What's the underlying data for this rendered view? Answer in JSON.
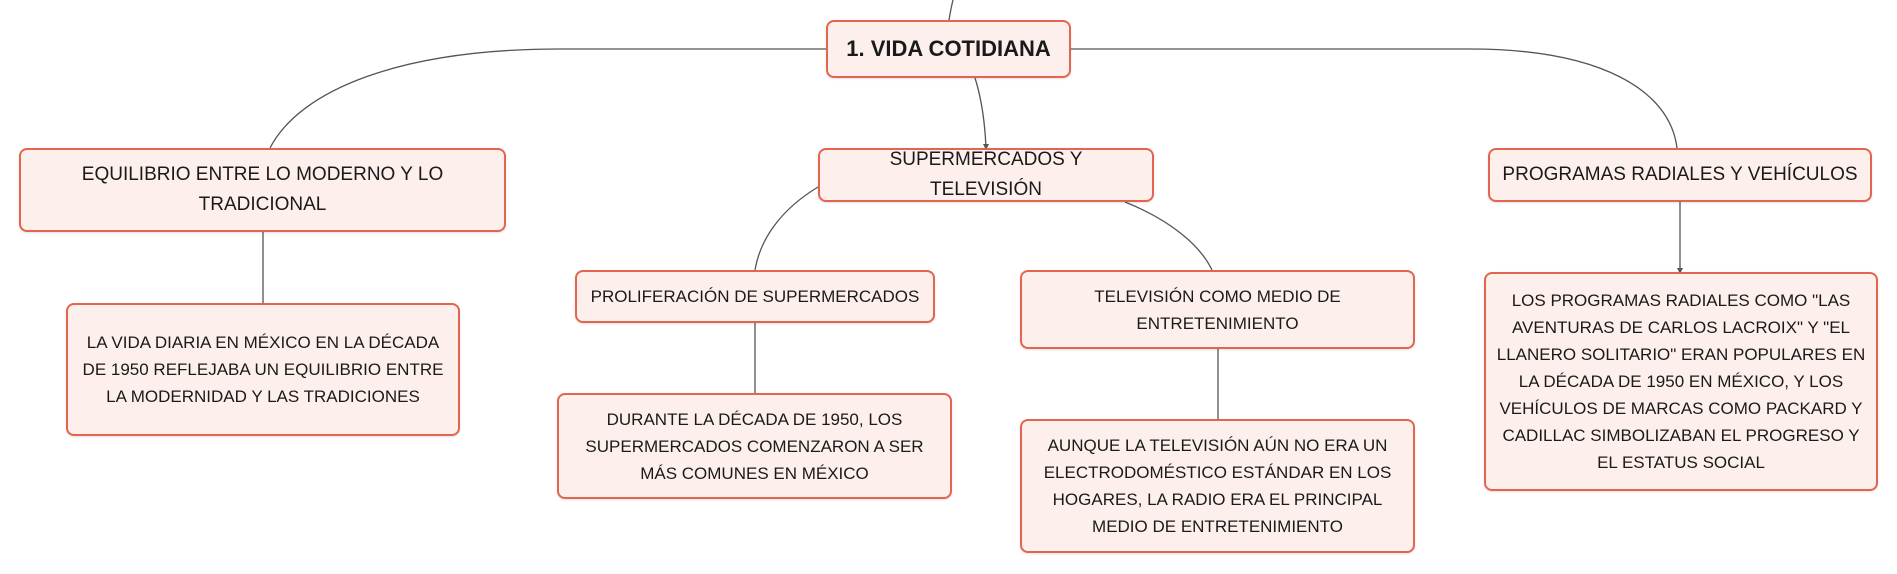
{
  "root": {
    "label": "1. VIDA COTIDIANA"
  },
  "branches": [
    {
      "label": "EQUILIBRIO ENTRE LO MODERNO Y LO TRADICIONAL",
      "detail": "LA VIDA DIARIA EN MÉXICO EN LA DÉCADA DE 1950 REFLEJABA UN EQUILIBRIO ENTRE LA MODERNIDAD Y LAS TRADICIONES"
    },
    {
      "label": "SUPERMERCADOS Y TELEVISIÓN",
      "children": [
        {
          "label": "PROLIFERACIÓN DE SUPERMERCADOS",
          "detail": "DURANTE LA DÉCADA DE 1950, LOS SUPERMERCADOS COMENZARON A SER MÁS COMUNES EN MÉXICO"
        },
        {
          "label": "TELEVISIÓN COMO MEDIO DE ENTRETENIMIENTO",
          "detail": "AUNQUE LA TELEVISIÓN AÚN NO ERA UN ELECTRODOMÉSTICO ESTÁNDAR EN LOS HOGARES, LA RADIO ERA EL PRINCIPAL MEDIO DE ENTRETENIMIENTO"
        }
      ]
    },
    {
      "label": "PROGRAMAS RADIALES Y VEHÍCULOS",
      "detail": "LOS PROGRAMAS RADIALES COMO \"LAS AVENTURAS DE CARLOS LACROIX\" Y \"EL LLANERO SOLITARIO\" ERAN POPULARES EN LA DÉCADA DE 1950 EN MÉXICO, Y LOS VEHÍCULOS DE MARCAS COMO PACKARD Y CADILLAC SIMBOLIZABAN EL PROGRESO Y EL ESTATUS SOCIAL"
    }
  ]
}
